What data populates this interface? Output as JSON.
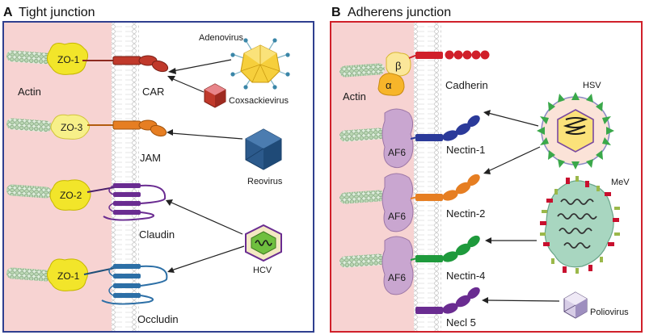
{
  "panel_a": {
    "letter": "A",
    "title": "Tight junction",
    "actin_label": "Actin",
    "proteins": [
      "CAR",
      "JAM",
      "Claudin",
      "Occludin"
    ],
    "adaptors": [
      "ZO-1",
      "ZO-3",
      "ZO-2",
      "ZO-1"
    ],
    "viruses": [
      "Adenovirus",
      "Coxsackievirus",
      "Reovirus",
      "HCV"
    ]
  },
  "panel_b": {
    "letter": "B",
    "title": "Adherens junction",
    "actin_label": "Actin",
    "beta": "β",
    "alpha": "α",
    "proteins": [
      "Cadherin",
      "Nectin-1",
      "Nectin-2",
      "Nectin-4",
      "Necl 5"
    ],
    "adaptors": [
      "AF6",
      "AF6",
      "AF6"
    ],
    "viruses": [
      "HSV",
      "MeV",
      "Poliovirus"
    ]
  },
  "colors": {
    "panel_a_border": "#2f3f8f",
    "panel_b_border": "#d0202a",
    "cytoplasm": "#f7d3d2",
    "zo": "#f2e52a",
    "af6": "#c9a6d0",
    "car": "#c0392b",
    "jam": "#e67e22",
    "claudin": "#6a2c91",
    "occludin": "#2c6fa6",
    "cadherin": "#d0202a",
    "nectin1": "#2b3a9a",
    "nectin2": "#e67e22",
    "nectin4": "#1e9a3c",
    "necl5": "#6a2c91"
  }
}
